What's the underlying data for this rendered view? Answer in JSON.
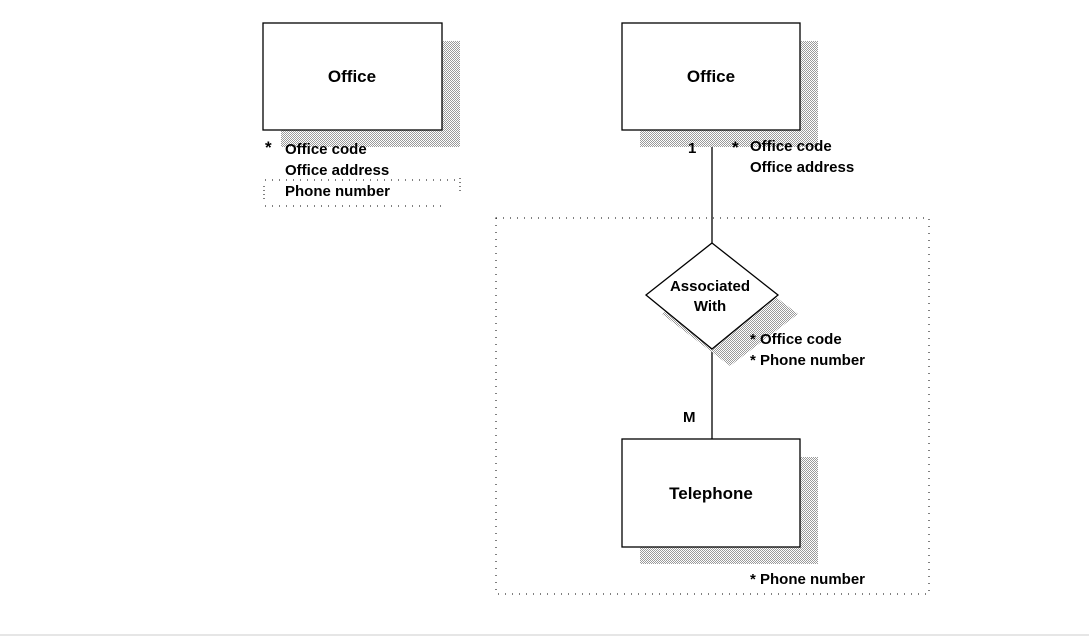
{
  "diagram": {
    "left_entity": {
      "title": "Office",
      "key_marker": "*",
      "attributes": [
        "Office code",
        "Office address",
        "Phone number"
      ]
    },
    "right_entity": {
      "title": "Office",
      "key_marker": "*",
      "attributes": [
        "Office code",
        "Office address"
      ]
    },
    "relationship": {
      "label_line1": "Associated",
      "label_line2": "With",
      "attributes": [
        "* Office code",
        "* Phone number"
      ]
    },
    "telephone_entity": {
      "title": "Telephone",
      "key_attribute": "* Phone number"
    },
    "cardinality": {
      "office_side": "1",
      "telephone_side": "M"
    }
  },
  "colors": {
    "stroke": "#000000",
    "shadow": "#c0c0c0",
    "background": "#ffffff"
  }
}
